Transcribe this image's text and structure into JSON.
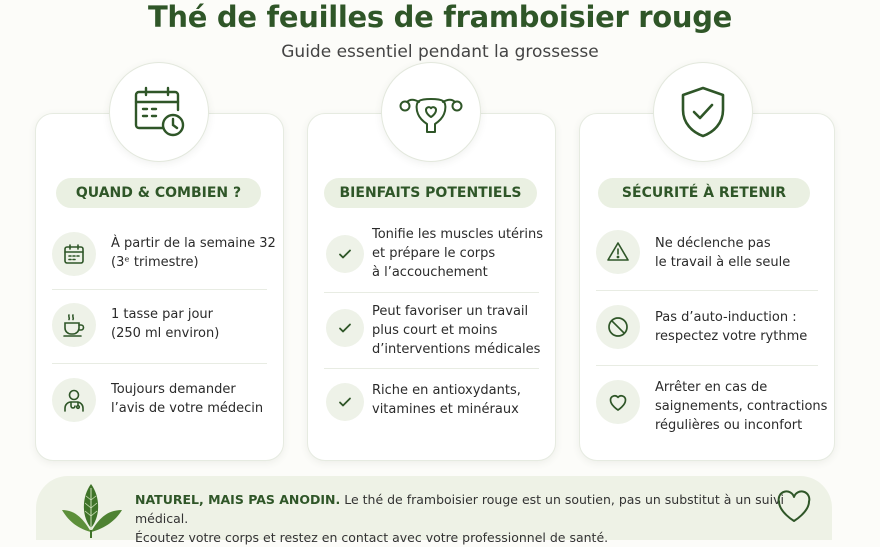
{
  "header": {
    "title": "Thé de feuilles de framboisier rouge",
    "subtitle": "Guide essentiel pendant la grossesse"
  },
  "cards": [
    {
      "heading": "QUAND & COMBIEN ?",
      "top_icon": "calendar-clock-icon",
      "items": [
        {
          "icon": "calendar-icon",
          "text": "À partir de la semaine 32\n(3ᵉ trimestre)"
        },
        {
          "icon": "tea-cup-icon",
          "text": "1 tasse par jour\n(250 ml environ)"
        },
        {
          "icon": "doctor-icon",
          "text": "Toujours demander\nl’avis de votre médecin"
        }
      ]
    },
    {
      "heading": "BIENFAITS POTENTIELS",
      "top_icon": "uterus-heart-icon",
      "items": [
        {
          "icon": "check-icon",
          "text": "Tonifie les muscles utérins\net prépare le corps\nà l’accouchement"
        },
        {
          "icon": "check-icon",
          "text": "Peut favoriser un travail\nplus court et moins\nd’interventions médicales"
        },
        {
          "icon": "check-icon",
          "text": "Riche en antioxydants,\nvitamines et minéraux"
        }
      ]
    },
    {
      "heading": "SÉCURITÉ À RETENIR",
      "top_icon": "shield-check-icon",
      "items": [
        {
          "icon": "warning-icon",
          "text": "Ne déclenche pas\nle travail à elle seule"
        },
        {
          "icon": "prohibited-icon",
          "text": "Pas d’auto-induction :\nrespectez votre rythme"
        },
        {
          "icon": "heart-icon",
          "text": "Arrêter en cas de\nsaignements, contractions\nrégulières ou inconfort"
        }
      ]
    }
  ],
  "banner": {
    "bold": "NATUREL, MAIS PAS ANODIN.",
    "line1": " Le thé de framboisier rouge est un soutien, pas un substitut à un suivi médical.",
    "line2": "Écoutez votre corps et restez en contact avec votre professionnel de santé.",
    "left_icon": "raspberry-leaves-icon",
    "right_icon": "heart-icon"
  },
  "colors": {
    "accent": "#2f5628",
    "pill_bg": "#eaf0e2",
    "icon_bg": "#eef2e8",
    "banner_bg": "#eef2e6"
  }
}
